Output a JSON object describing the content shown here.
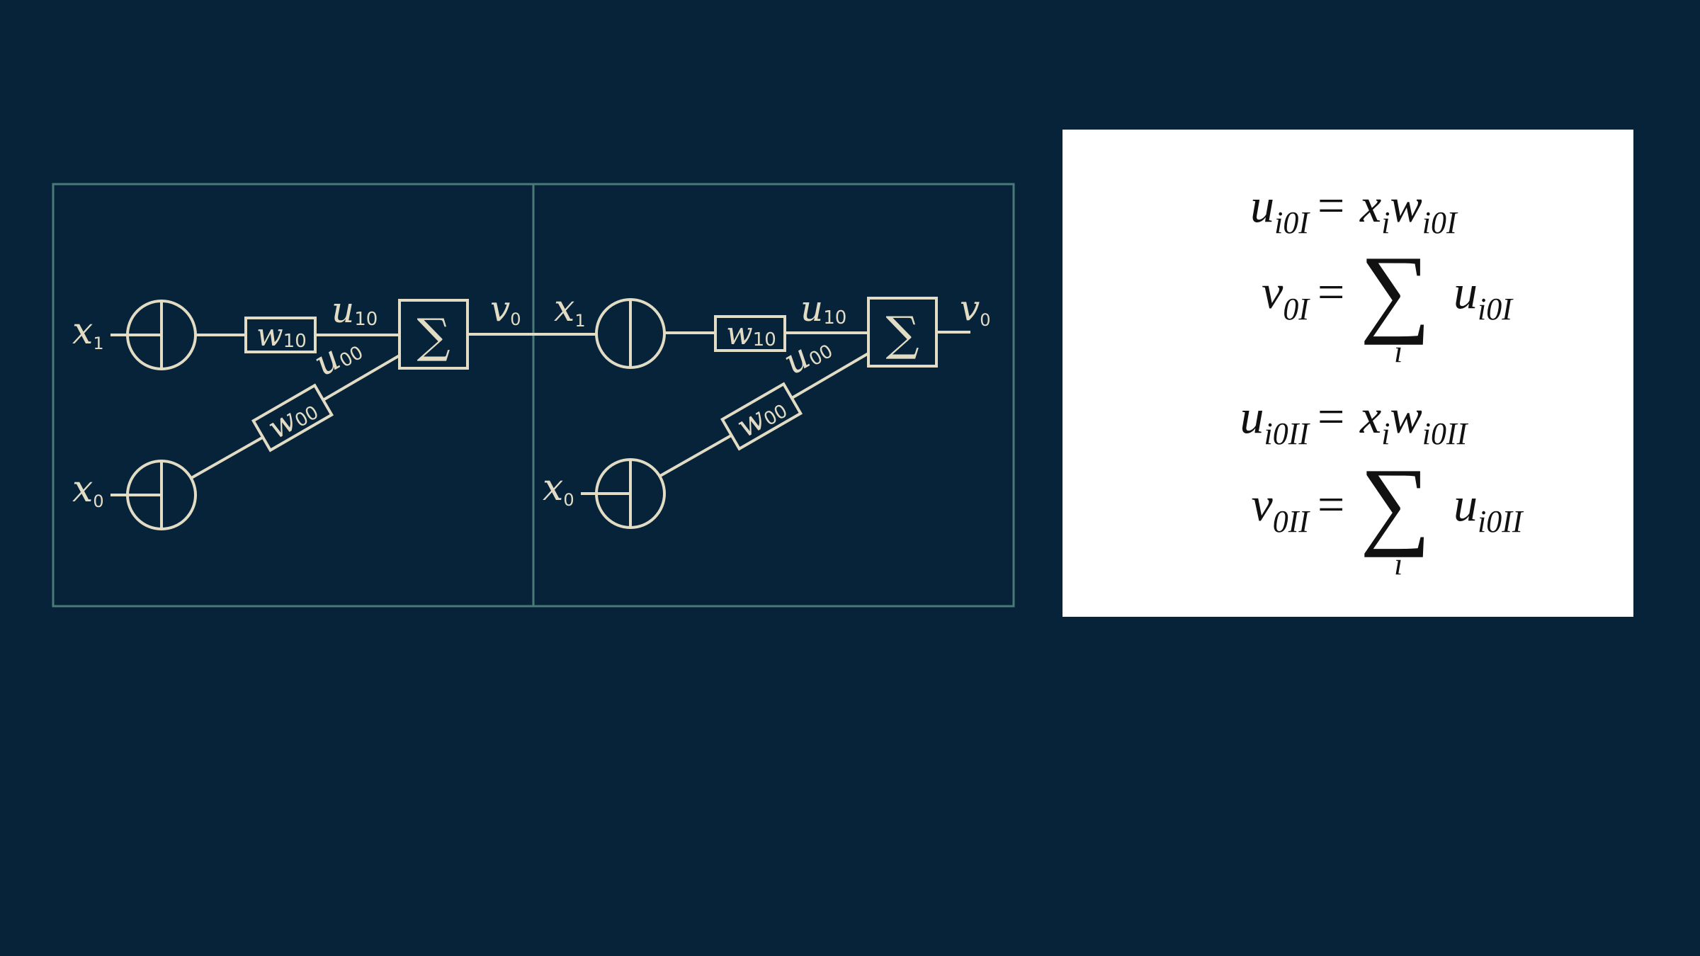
{
  "diagram": {
    "colors": {
      "background": "#06233a",
      "ink": "#e2dcc4",
      "frame": "#4a7a78"
    },
    "left": {
      "x1": {
        "base": "x",
        "sub": "1"
      },
      "x0": {
        "base": "x",
        "sub": "0"
      },
      "w10": {
        "base": "w",
        "sub": "10"
      },
      "w00": {
        "base": "w",
        "sub": "00"
      },
      "u10": {
        "base": "u",
        "sub": "10"
      },
      "u00": {
        "base": "u",
        "sub": "00"
      },
      "sum_symbol": "∑",
      "v0": {
        "base": "v",
        "sub": "0"
      }
    },
    "right": {
      "x1": {
        "base": "x",
        "sub": "1"
      },
      "x0": {
        "base": "x",
        "sub": "0"
      },
      "w10": {
        "base": "w",
        "sub": "10"
      },
      "w00": {
        "base": "w",
        "sub": "00"
      },
      "u10": {
        "base": "u",
        "sub": "10"
      },
      "u00": {
        "base": "u",
        "sub": "00"
      },
      "sum_symbol": "∑",
      "v0": {
        "base": "v",
        "sub": "0"
      }
    }
  },
  "equations": {
    "eq1": {
      "lhs_base": "u",
      "lhs_sub": "i0I",
      "op": "=",
      "rhs_a": "x",
      "rhs_a_sub": "i",
      "rhs_b": "w",
      "rhs_b_sub": "i0I"
    },
    "eq2": {
      "lhs_base": "v",
      "lhs_sub": "0I",
      "op": "=",
      "sigma": "∑",
      "sigma_index": "i",
      "rhs_b": "u",
      "rhs_b_sub": "i0I"
    },
    "eq3": {
      "lhs_base": "u",
      "lhs_sub": "i0II",
      "op": "=",
      "rhs_a": "x",
      "rhs_a_sub": "i",
      "rhs_b": "w",
      "rhs_b_sub": "i0II"
    },
    "eq4": {
      "lhs_base": "v",
      "lhs_sub": "0II",
      "op": "=",
      "sigma": "∑",
      "sigma_index": "i",
      "rhs_b": "u",
      "rhs_b_sub": "i0II"
    }
  }
}
